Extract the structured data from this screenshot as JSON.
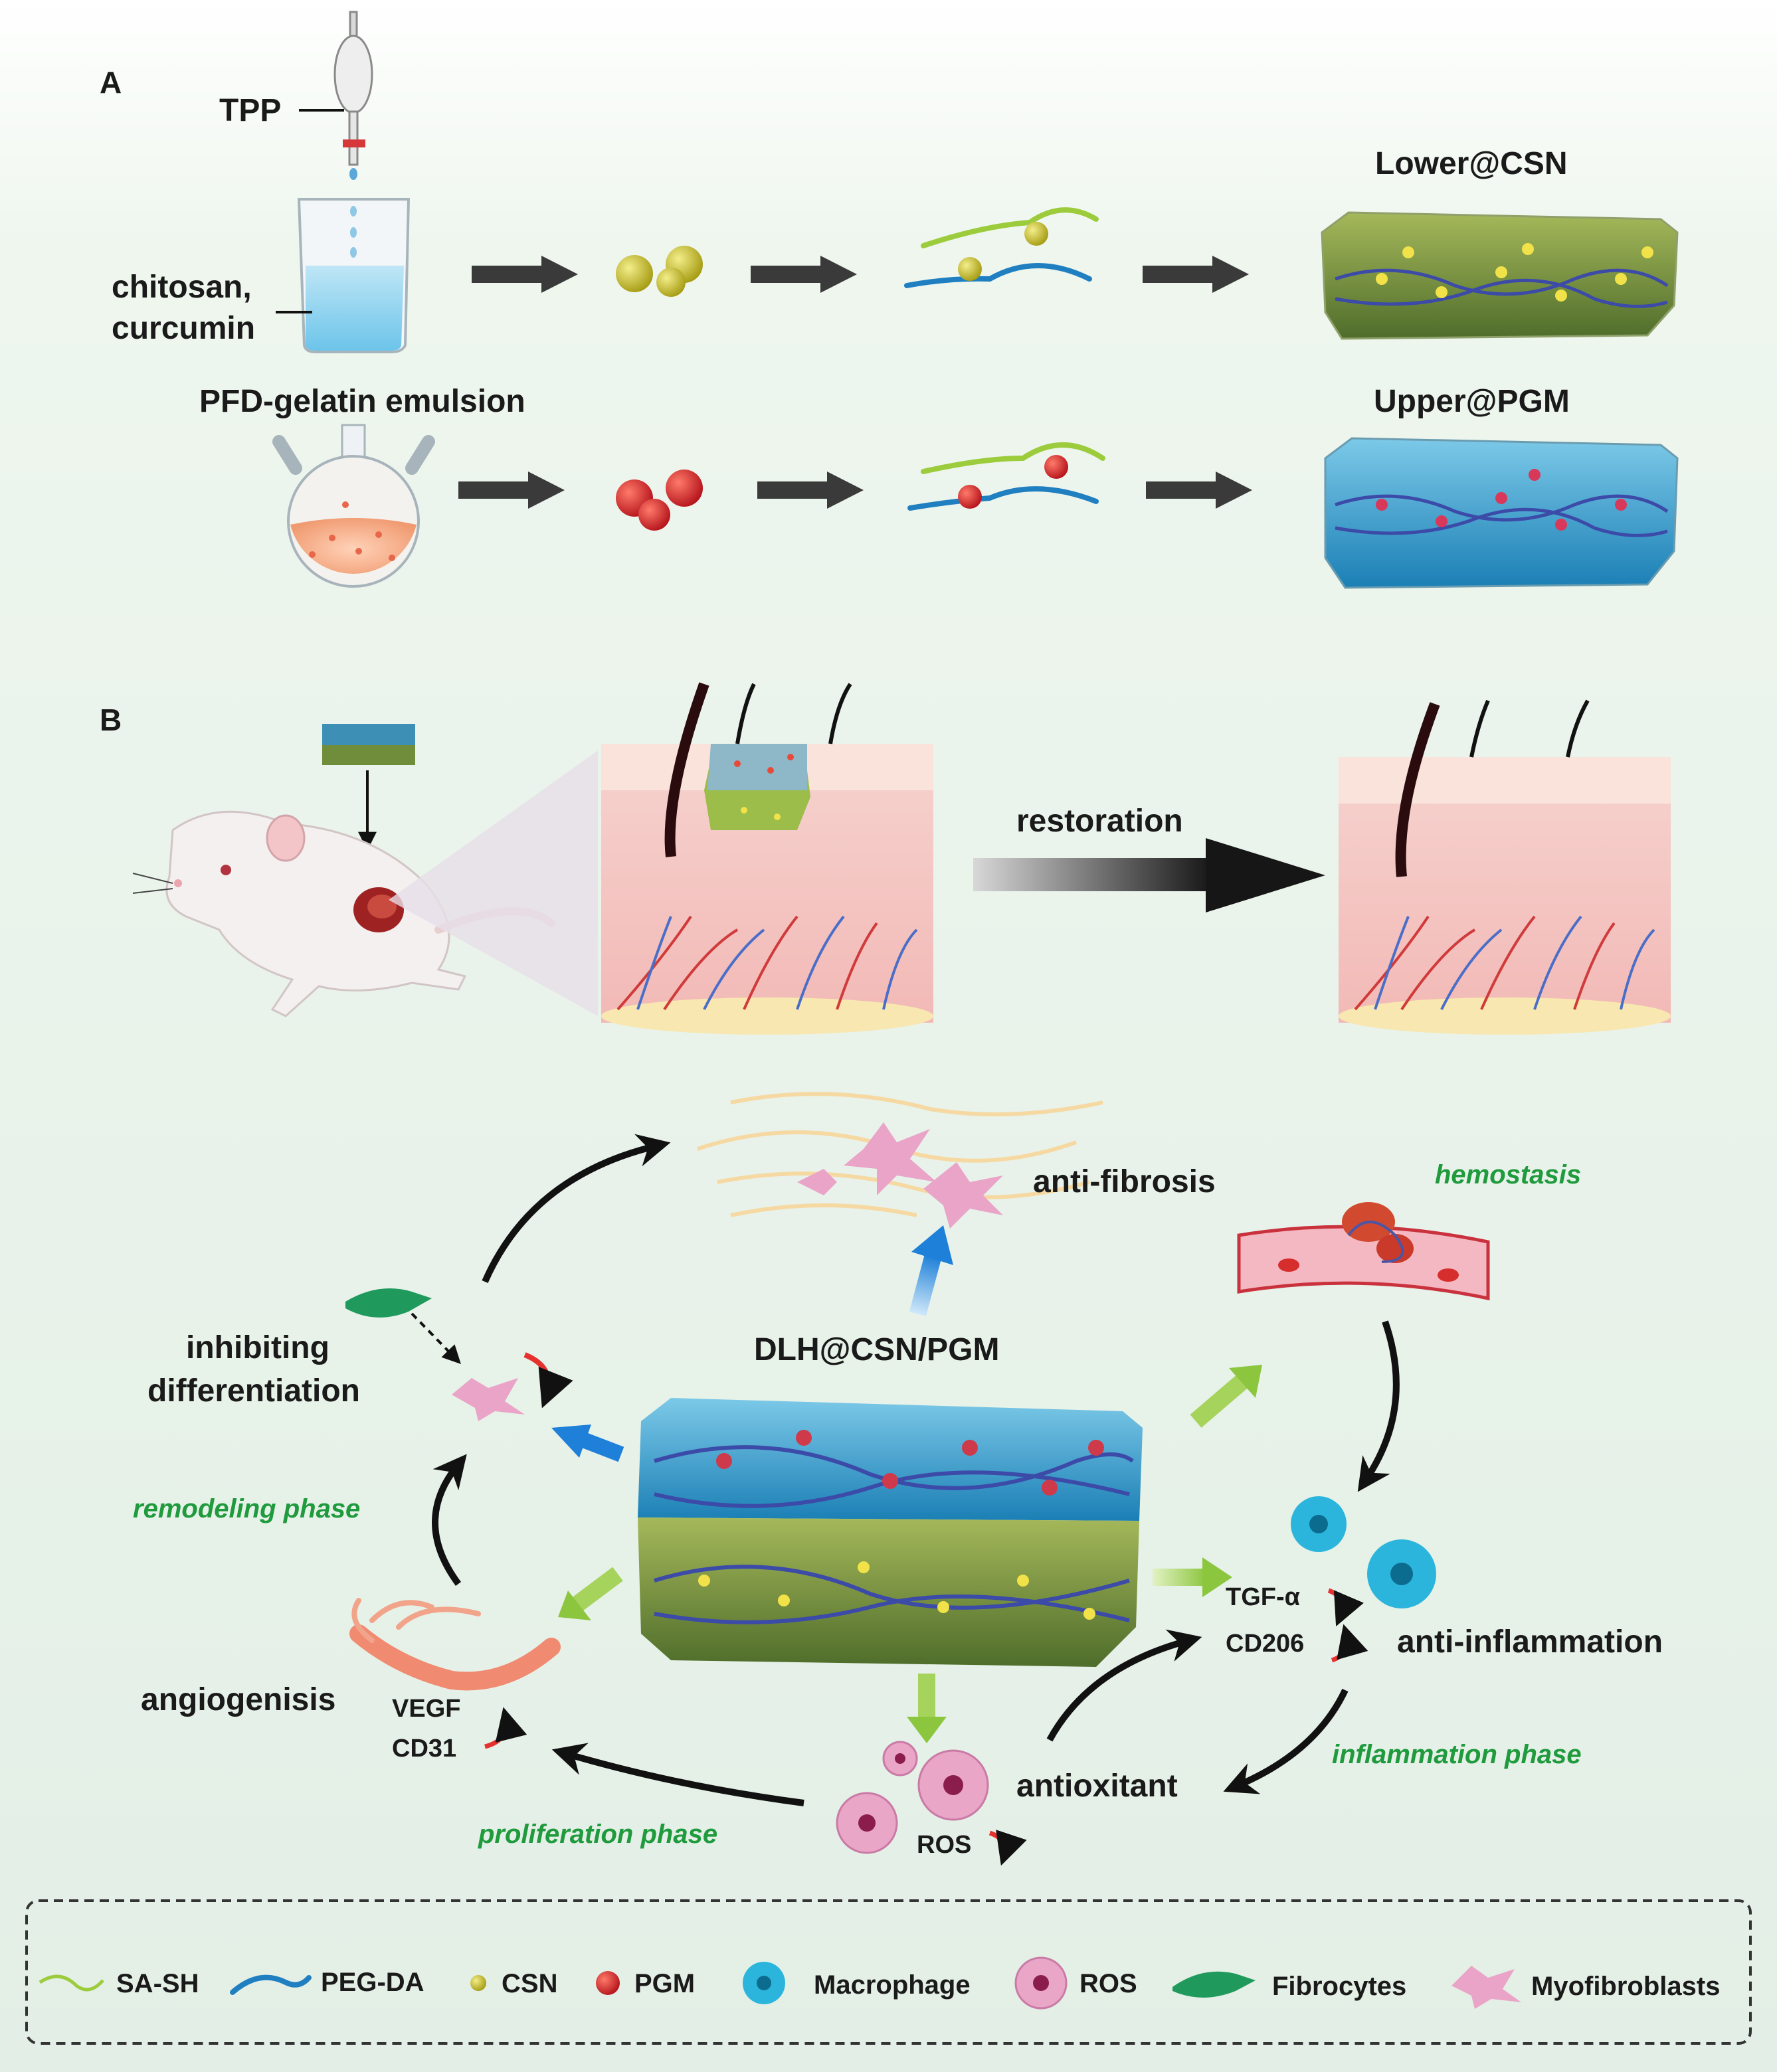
{
  "panel_a": {
    "label": "A",
    "tpp": "TPP",
    "beaker_line1": "chitosan,",
    "beaker_line2": "curcumin",
    "emulsion": "PFD-gelatin emulsion",
    "lower": "Lower@CSN",
    "upper": "Upper@PGM"
  },
  "panel_b": {
    "label": "B",
    "restoration": "restoration",
    "anti_fibrosis": "anti-fibrosis",
    "hemostasis": "hemostasis",
    "hydrogel": "DLH@CSN/PGM",
    "inhibiting_1": "inhibiting",
    "inhibiting_2": "differentiation",
    "remodeling": "remodeling phase",
    "angiogenesis": "angiogenisis",
    "vegf": "VEGF",
    "cd31": "CD31",
    "tgf": "TGF-α",
    "cd206": "CD206",
    "anti_inflammation": "anti-inflammation",
    "inflammation_phase": "inflammation phase",
    "antioxidant": "antioxitant",
    "ros": "ROS",
    "proliferation": "proliferation phase"
  },
  "legend": {
    "items": [
      "SA-SH",
      "PEG-DA",
      "CSN",
      "PGM",
      "Macrophage",
      "ROS",
      "Fibrocytes",
      "Myofibroblasts"
    ]
  },
  "colors": {
    "csn": "#c9c12a",
    "pgm": "#e02a2a",
    "sa_sh": "#9ccc3c",
    "peg_da": "#1f7fc0",
    "phase_text": "#1f9a3c"
  }
}
